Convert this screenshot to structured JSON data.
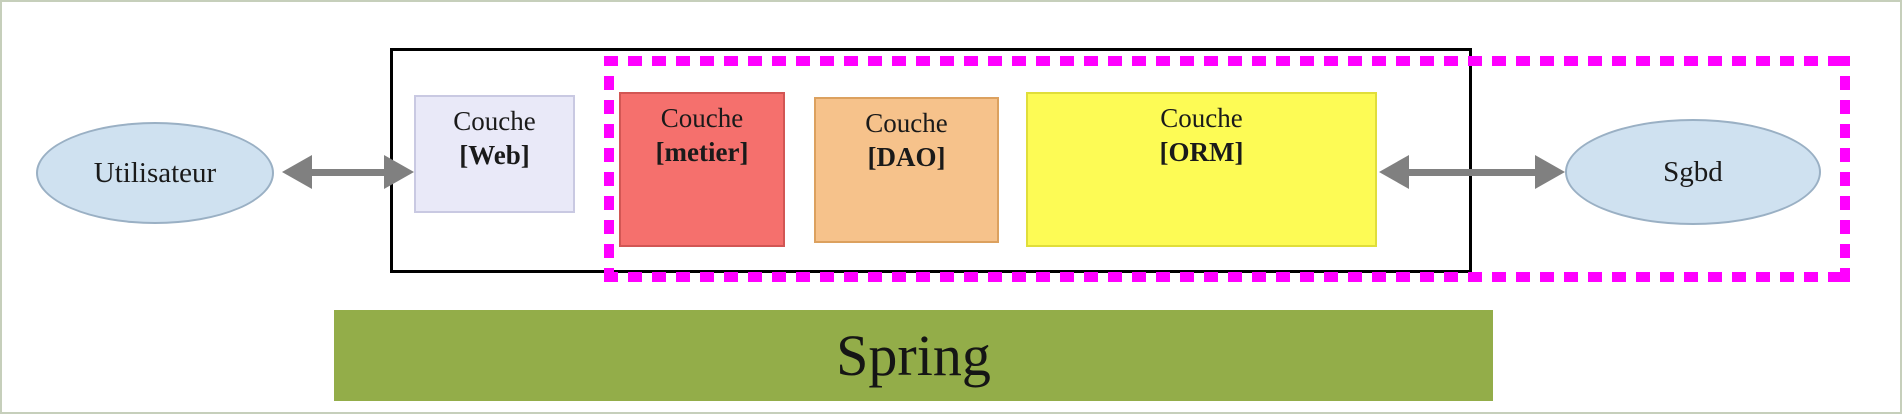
{
  "canvas": {
    "background": "#ffffff",
    "border_color": "#c6cfbb"
  },
  "diagram": {
    "user_node": {
      "label": "Utilisateur",
      "fill": "#cfe1f0",
      "border": "#9ab0c4"
    },
    "db_node": {
      "label": "Sgbd",
      "fill": "#cfe1f0",
      "border": "#9ab0c4"
    },
    "container": {
      "border": "#000000"
    },
    "layers": [
      {
        "id": "web",
        "line1": "Couche",
        "line2": "[Web]",
        "fill": "#e9e9f8",
        "border": "#c9c9e2"
      },
      {
        "id": "metier",
        "line1": "Couche",
        "line2": "[metier]",
        "fill": "#f5706d",
        "border": "#d25654"
      },
      {
        "id": "dao",
        "line1": "Couche",
        "line2": "[DAO]",
        "fill": "#f6c28b",
        "border": "#dca15f"
      },
      {
        "id": "orm",
        "line1": "Couche",
        "line2": "[ORM]",
        "fill": "#fdfb55",
        "border": "#e0de3a"
      }
    ],
    "highlight_box": {
      "color": "#ff00ff",
      "style": "square-dotted"
    },
    "connectors": [
      {
        "id": "user-to-layers",
        "type": "double-arrow",
        "color": "#808080"
      },
      {
        "id": "orm-to-db",
        "type": "double-arrow",
        "color": "#808080"
      }
    ],
    "framework_bar": {
      "label": "Spring",
      "fill": "#93ad49",
      "text_color": "#151515"
    }
  }
}
